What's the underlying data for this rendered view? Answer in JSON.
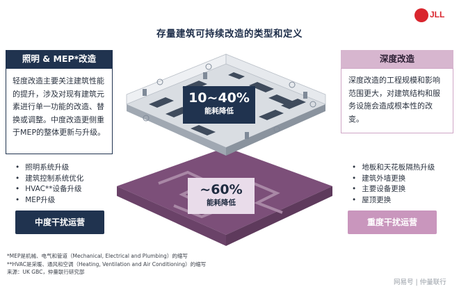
{
  "title": "存量建筑可持续改造的类型和定义",
  "logo": {
    "text": "JLL",
    "brand_color": "#d9262e"
  },
  "left_card": {
    "heading": "照明 & MEP*改造",
    "body": "轻度改造主要关注建筑性能的提升，涉及对现有建筑元素进行单一功能的改造、替换或调整。中度改造更侧重于MEP的整体更新与升级。",
    "bullets": [
      "照明系统升级",
      "建筑控制系统优化",
      "HVAC**设备升级",
      "MEP升级"
    ],
    "button": "中度干扰运营",
    "color": "#20334f"
  },
  "right_card": {
    "heading": "深度改造",
    "body": "深度改造的工程规模和影响范围更大，对建筑结构和服务设施会造成根本性的改变。",
    "bullets": [
      "地板和天花板隔热升级",
      "建筑外墙更换",
      "主要设备更换",
      "屋顶更换"
    ],
    "button": "重度干扰运营",
    "color": "#c996bd"
  },
  "stats": {
    "top": {
      "value": "10~40%",
      "label": "能耗降低"
    },
    "bottom": {
      "value": "~60%",
      "label": "能耗降低"
    }
  },
  "footnotes": [
    "*MEP是机械、电气和管道（Mechanical, Electrical and Plumbing）的缩写",
    "**HVAC是采暖、通风和空调（Heating, Ventilation and Air Conditioning）的缩写",
    "来源：UK GBC，仲量联行研究部"
  ],
  "watermark": "网易号 | 仲量联行"
}
